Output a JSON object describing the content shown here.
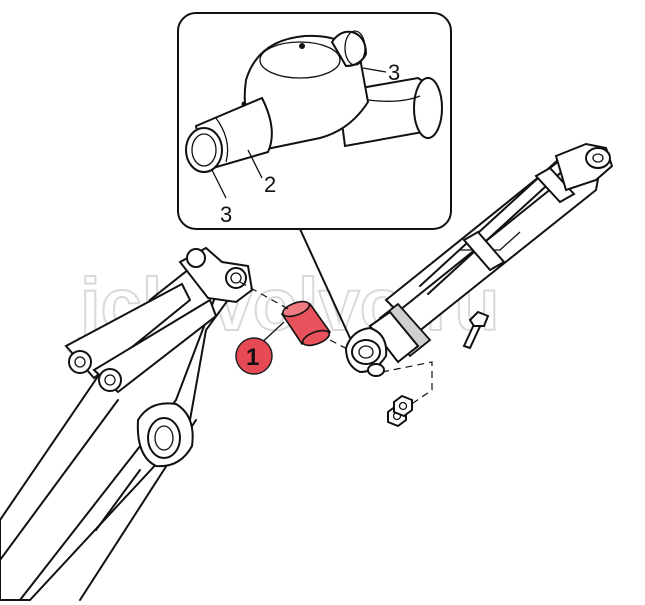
{
  "watermark": {
    "text": "jcb-volvo.ru"
  },
  "callouts": {
    "part_1": "1",
    "part_2": "2",
    "part_3_upper": "3",
    "part_3_lower": "3"
  },
  "colors": {
    "pin_highlight": "#e8525c",
    "badge_fill": "#e84a55",
    "line": "#111111",
    "watermark_outline": "#d9d9d9"
  }
}
